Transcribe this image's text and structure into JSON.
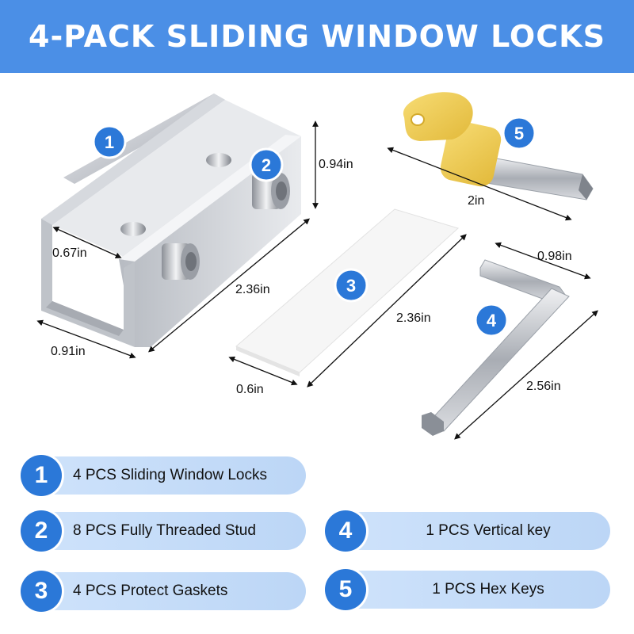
{
  "title": "4-PACK SLIDING WINDOW LOCKS",
  "badges": [
    "1",
    "2",
    "3",
    "4",
    "5"
  ],
  "dimensions": {
    "lock_height": "0.94in",
    "lock_inner_width": "0.67in",
    "lock_length": "2.36in",
    "lock_width": "0.91in",
    "gasket_length": "2.36in",
    "gasket_width": "0.6in",
    "hex_short": "0.98in",
    "hex_long": "2.56in",
    "key_length": "2in"
  },
  "items": [
    {
      "num": "1",
      "label": "4 PCS Sliding Window Locks"
    },
    {
      "num": "2",
      "label": "8 PCS Fully Threaded Stud"
    },
    {
      "num": "3",
      "label": "4 PCS Protect Gaskets"
    },
    {
      "num": "4",
      "label": "1 PCS Vertical key"
    },
    {
      "num": "5",
      "label": "1 PCS Hex Keys"
    }
  ],
  "colors": {
    "banner": "#4b8fe6",
    "badge": "#2b78d8",
    "pill": "#c6ddf8",
    "key_yellow": "#f2cf55",
    "metal": "#c9ccd2"
  }
}
